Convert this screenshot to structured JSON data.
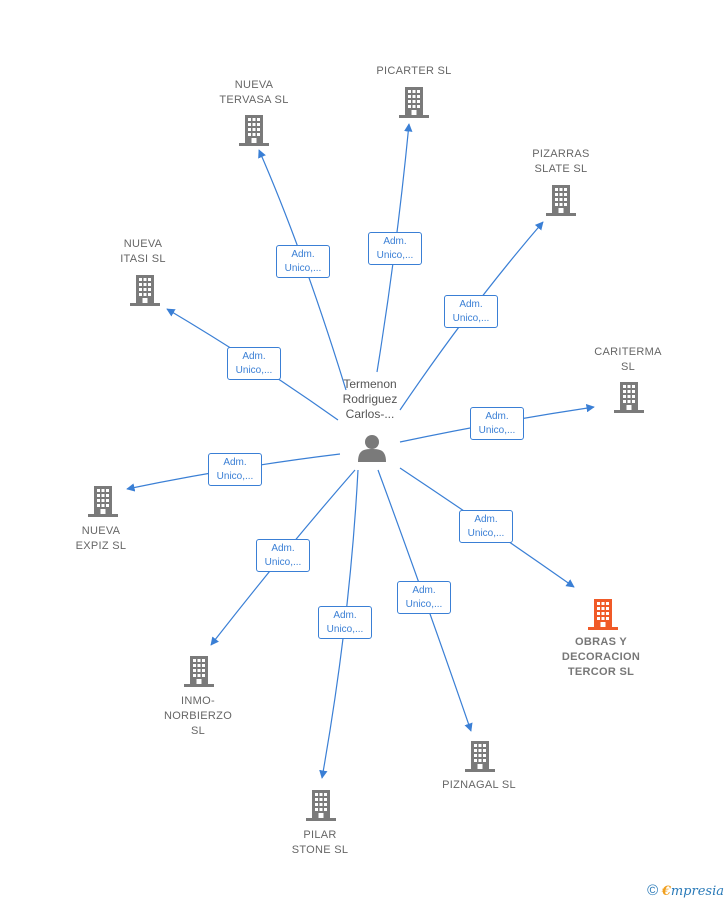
{
  "center": {
    "label": "Termenon\nRodriguez\nCarlos-..."
  },
  "edge_label": "Adm.\nUnico,...",
  "companies": [
    {
      "id": "nueva-tervasa",
      "label": "NUEVA\nTERVASA  SL",
      "highlight": false
    },
    {
      "id": "picarter",
      "label": "PICARTER  SL",
      "highlight": false
    },
    {
      "id": "pizarras-slate",
      "label": "PIZARRAS\nSLATE SL",
      "highlight": false
    },
    {
      "id": "nueva-itasi",
      "label": "NUEVA\nITASI  SL",
      "highlight": false
    },
    {
      "id": "cariterma",
      "label": "CARITERMA\nSL",
      "highlight": false
    },
    {
      "id": "nueva-expiz",
      "label": "NUEVA\nEXPIZ  SL",
      "highlight": false
    },
    {
      "id": "obras-decoracion-tercor",
      "label": "OBRAS Y\nDECORACION\nTERCOR  SL",
      "highlight": true
    },
    {
      "id": "inmo-norbierzo",
      "label": "INMO-\nNORBIERZO\nSL",
      "highlight": false
    },
    {
      "id": "piznagal",
      "label": "PIZNAGAL  SL",
      "highlight": false
    },
    {
      "id": "pilar-stone",
      "label": "PILAR\nSTONE  SL",
      "highlight": false
    }
  ],
  "colors": {
    "edge": "#3a7fd5",
    "building": "#7a7a7a",
    "building_highlight": "#f05a28",
    "person": "#7a7a7a"
  },
  "footer": {
    "copyright": "©",
    "brand_initial": "€",
    "brand_rest": "mpresia"
  }
}
